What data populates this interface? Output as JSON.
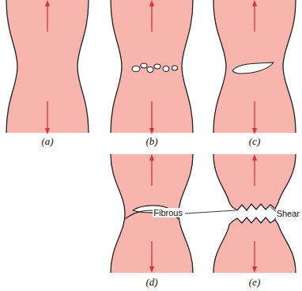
{
  "diagram": {
    "labels": [
      "(a)",
      "(b)",
      "(c)",
      "(d)",
      "(e)",
      "Fibrous",
      "Shear"
    ]
  }
}
